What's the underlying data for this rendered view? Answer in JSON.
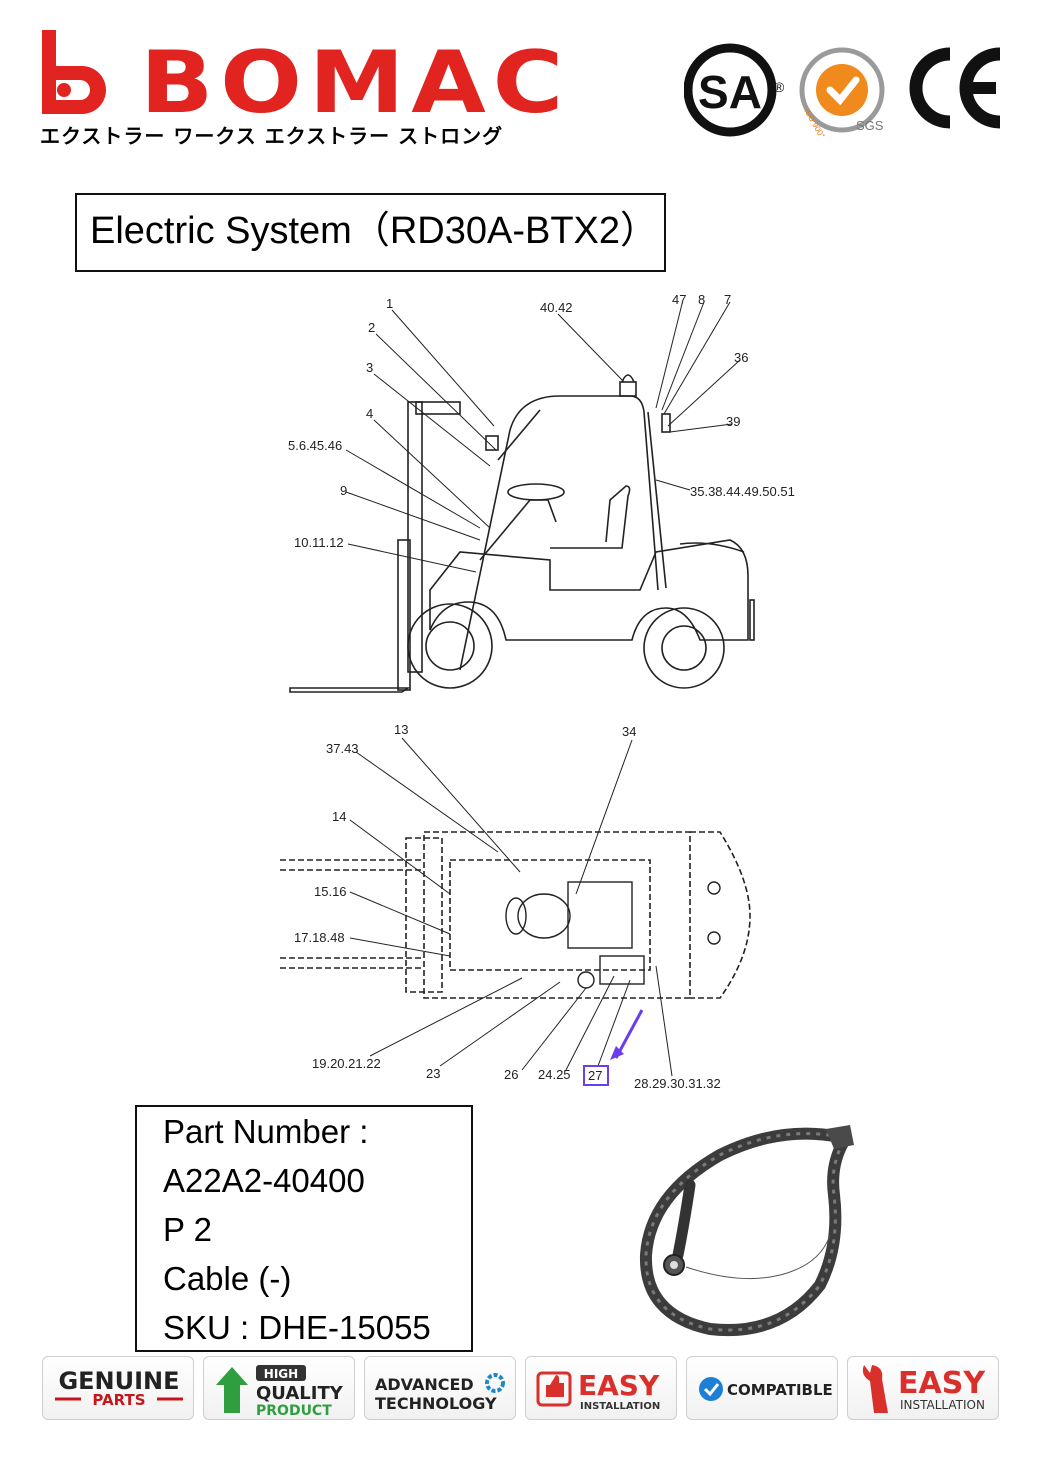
{
  "header": {
    "brand_name": "BOMAC",
    "tagline": "エクストラー ワークス エクストラー ストロング",
    "brand_color": "#e1241f",
    "certifications": [
      "CSA",
      "ISO 9001:2008 SGS",
      "CE"
    ]
  },
  "title": "Electric System（RD30A-BTX2）",
  "diagram": {
    "side_view_callouts": [
      "1",
      "2",
      "3",
      "4",
      "5.6.45.46",
      "9",
      "10.11.12",
      "40.42",
      "47",
      "8",
      "7",
      "36",
      "39",
      "35.38.44.49.50.51"
    ],
    "top_view_callouts": [
      "13",
      "34",
      "37.43",
      "14",
      "15.16",
      "17.18.48",
      "19.20.21.22",
      "23",
      "26",
      "24.25",
      "27",
      "28.29.30.31.32"
    ],
    "highlighted_callout": "27",
    "highlight_color": "#6a3df0"
  },
  "part": {
    "label": "Part Number :",
    "number": "A22A2-40400",
    "page": "P 2",
    "name": "Cable (-)",
    "sku": "SKU : DHE-15055"
  },
  "badges": [
    {
      "icon": "genuine-parts-icon",
      "lines": [
        "GENUINE",
        "PARTS"
      ]
    },
    {
      "icon": "high-quality-icon",
      "lines": [
        "HIGH",
        "QUALITY",
        "PRODUCT"
      ]
    },
    {
      "icon": "gear-icon",
      "lines": [
        "ADVANCED",
        "TECHNOLOGY"
      ]
    },
    {
      "icon": "thumbs-up-icon",
      "lines": [
        "EASY",
        "INSTALLATION"
      ]
    },
    {
      "icon": "check-circle-icon",
      "lines": [
        "COMPATIBLE"
      ]
    },
    {
      "icon": "wrench-icon",
      "lines": [
        "EASY",
        "INSTALLATION"
      ]
    }
  ]
}
